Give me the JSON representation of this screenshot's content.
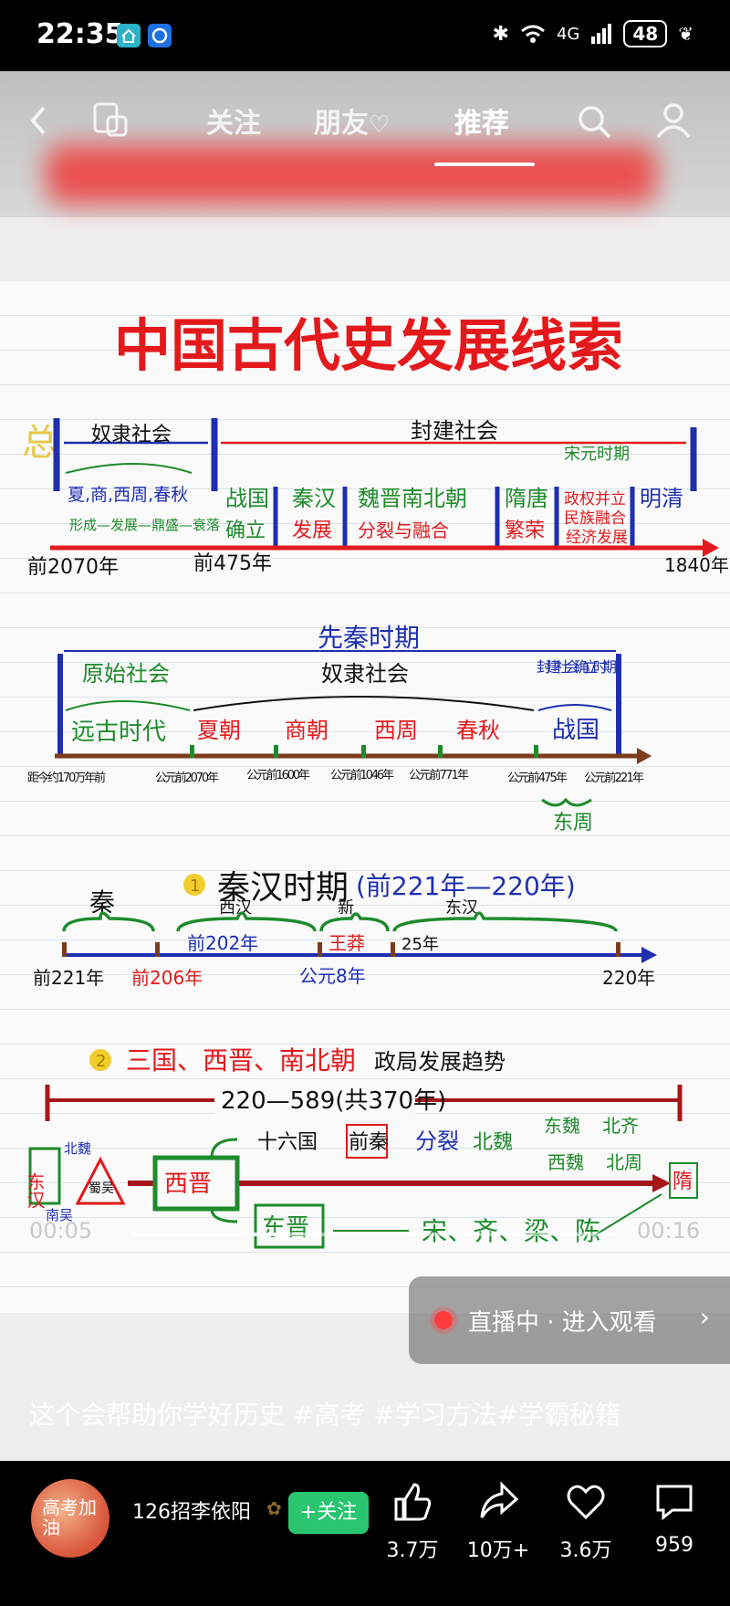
{
  "status_bar": {
    "time": "22:35",
    "signal": "4G",
    "battery": "48",
    "icons": [
      "home-icon",
      "app-icon",
      "bluetooth-icon",
      "wifi-icon",
      "signal-icon",
      "battery-icon",
      "leaf-icon"
    ]
  },
  "top_nav": {
    "tabs": [
      "关注",
      "朋友",
      "推荐"
    ],
    "active_tab": "推荐"
  },
  "content": {
    "title": "中国古代史发展线索",
    "section1": {
      "side_mark": "总",
      "slavery": "奴隶社会",
      "feudal": "封建社会",
      "song_yuan": "宋元时期",
      "slavery_dynasties": "夏,商,西周,春秋",
      "slavery_note": "形成—发展—鼎盛—衰落",
      "periods": [
        {
          "name": "战国",
          "note": "确立"
        },
        {
          "name": "秦汉",
          "note": "发展"
        },
        {
          "name": "魏晋南北朝",
          "note": "分裂与融合"
        },
        {
          "name": "隋唐",
          "note": "繁荣"
        },
        {
          "name": "政权并立",
          "note": "民族融合"
        },
        {
          "name": "明清",
          "note": ""
        }
      ],
      "extra_note": "经济发展",
      "dates": [
        "前2070年",
        "前475年",
        "1840年"
      ]
    },
    "section2": {
      "title": "先秦时期",
      "primitive": "原始社会",
      "slavery": "奴隶社会",
      "feudal_establish": "封建社会确立时期",
      "eras": [
        "远古时代",
        "夏朝",
        "商朝",
        "西周",
        "春秋",
        "战国"
      ],
      "dates": [
        "距今约170万年前",
        "公元前2070年",
        "公元前1600年",
        "公元前1046年",
        "公元前771年",
        "公元前475年",
        "公元前221年"
      ],
      "eastern_zhou": "东周"
    },
    "section3": {
      "number": "1",
      "title": "秦汉时期",
      "range": "(前221年—220年)",
      "segments": [
        "秦",
        "西汉",
        "新",
        "东汉"
      ],
      "marks": [
        "前202年",
        "王莽",
        "25年"
      ],
      "dates": [
        "前221年",
        "前206年",
        "公元8年",
        "220年"
      ]
    },
    "section4": {
      "number": "2",
      "title_red": "三国、西晋、南北朝",
      "title_black": "政局发展趋势",
      "span": "220—589(共370年)",
      "east_han": "东汉",
      "three_kingdoms": [
        "北魏",
        "蜀吴",
        "南吴"
      ],
      "western_jin": "西晋",
      "eastern_jin": "东晋",
      "sixteen": "十六国",
      "former_qin": "前秦",
      "split": "分裂",
      "northern_wei": "北魏",
      "east_wei": "东魏",
      "north_qi": "北齐",
      "west_wei": "西魏",
      "north_zhou": "北周",
      "south": "宋、齐、梁、陈",
      "sui": "隋"
    }
  },
  "player": {
    "current_time": "00:05",
    "total_time": "00:16",
    "progress_fraction": 0.31
  },
  "live": {
    "text": "直播中 · 进入观看",
    "chevron": "›"
  },
  "description": "这个会帮助你学好历史 #高考 #学习方法#学霸秘籍",
  "author": {
    "name": "126招李依阳",
    "avatar_text": "高考加油",
    "follow_label": "+关注"
  },
  "actions": {
    "like_count": "3.7万",
    "share_count": "10万+",
    "favorite_count": "3.6万",
    "comment_count": "959"
  }
}
